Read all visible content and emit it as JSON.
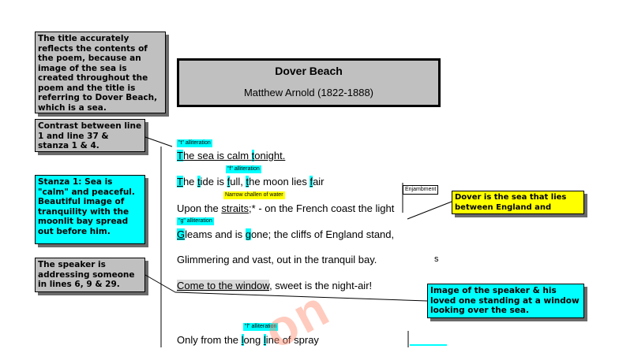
{
  "poem": {
    "title": "Dover Beach",
    "author": "Matthew Arnold (1822-1888)"
  },
  "notes": {
    "title_note": "The title accurately reflects the contents of the poem, because an image of the sea is created throughout the poem and the title is referring to Dover Beach, which is a sea.",
    "contrast_note": "Contrast between line 1 and line 37 & stanza 1 & 4.",
    "stanza_note": "Stanza 1: Sea is \"calm\" and peaceful. Beautiful image of tranquility with the moonlit bay spread out before him.",
    "speaker_note": "The speaker is addressing someone in lines 6, 9 & 29.",
    "dover_note": "Dover is the sea that lies between England and France",
    "image_note": "Image of the speaker & his loved one standing at a window looking over the sea."
  },
  "tags": {
    "t_alliteration": "\"t\" alliteration",
    "f_alliteration": "\"f\" alliteration",
    "narrow": "Narrow challen of water",
    "g_alliteration": "\"g\" alliteration",
    "l_alliteration": "\"l\" alliteration",
    "enjambment": "Enjambment"
  },
  "lines": {
    "l1": {
      "a": "T",
      "b": "he sea is calm ",
      "c": "t",
      "d": "onight."
    },
    "l2": {
      "a": "T",
      "b": "he ",
      "c": "t",
      "d": "ide is ",
      "e": "f",
      "f": "ull, ",
      "g": "t",
      "h": "he moon lies ",
      "i": "f",
      "j": "air"
    },
    "l3": {
      "a": "Upon the ",
      "b": "straits",
      "c": ";* - on the French coast the light"
    },
    "l4": {
      "a": "G",
      "b": "leams and is ",
      "c": "g",
      "d": "one; the cliffs of England stand,"
    },
    "l5": {
      "a": "Glimmering and vast, out in the tranquil bay."
    },
    "l6": {
      "a": "Come to the window",
      "b": ", sweet is the night-air!"
    },
    "l7": {
      "a": "Only from the ",
      "b": "l",
      "c": "ong ",
      "d": "l",
      "e": "ine of spray"
    }
  },
  "stray_s": "s",
  "watermark": "on"
}
